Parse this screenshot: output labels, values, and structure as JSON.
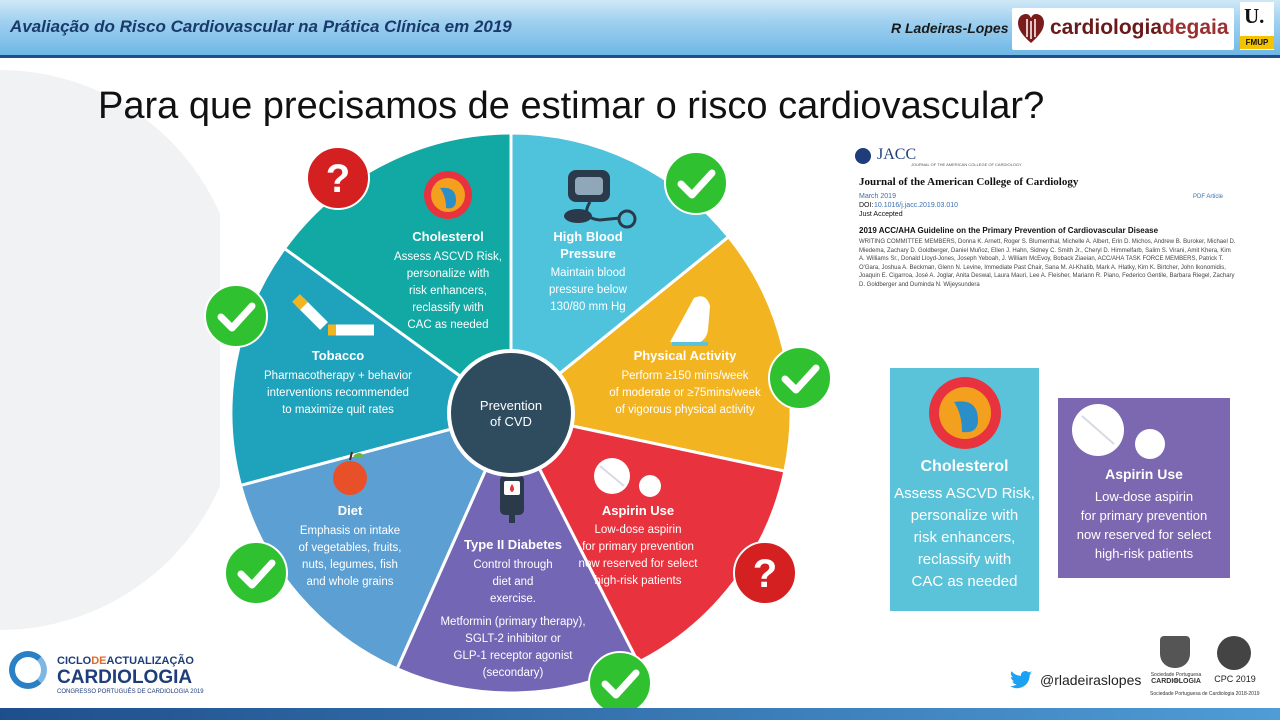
{
  "header": {
    "title": "Avaliação do Risco Cardiovascular na Prática Clínica em 2019",
    "author": "R Ladeiras-Lopes",
    "brand_part1": "cardiologia",
    "brand_part2": "degaia",
    "fmup_letter": "U.",
    "fmup_label": "FMUP"
  },
  "slide_title": "Para que precisamos de estimar o risco cardiovascular?",
  "wheel": {
    "center": [
      "Prevention",
      "of CVD"
    ],
    "segments": {
      "cholesterol": {
        "title": "Cholesterol",
        "lines": [
          "Assess ASCVD Risk,",
          "personalize with",
          "risk enhancers,",
          "reclassify with",
          "CAC as needed"
        ],
        "color": "#4fc3dc"
      },
      "blood_pressure": {
        "title": [
          "High Blood",
          "Pressure"
        ],
        "lines": [
          "Maintain blood",
          "pressure below",
          "130/80 mm Hg"
        ],
        "color": "#f3b421"
      },
      "physical_activity": {
        "title": "Physical Activity",
        "lines": [
          "Perform ≥150 mins/week",
          "of moderate or ≥75mins/week",
          "of vigorous physical activity"
        ],
        "color": "#e8323e"
      },
      "aspirin": {
        "title": "Aspirin Use",
        "lines": [
          "Low-dose aspirin",
          "for primary prevention",
          "now reserved for select",
          "high-risk patients"
        ],
        "color": "#7366b4"
      },
      "diabetes": {
        "title": "Type II Diabetes",
        "lines": [
          "Control through",
          "diet and",
          "exercise.",
          "Metformin (primary therapy),",
          "SGLT-2 inhibitor or",
          "GLP-1 receptor agonist",
          "(secondary)"
        ],
        "color": "#5b9fd3"
      },
      "diet": {
        "title": "Diet",
        "lines": [
          "Emphasis on intake",
          "of vegetables, fruits,",
          "nuts,  legumes, fish",
          "and whole grains"
        ],
        "color": "#1fa2bb"
      },
      "tobacco": {
        "title": "Tobacco",
        "lines": [
          "Pharmacotherapy + behavior",
          "interventions recommended",
          "to maximize quit rates"
        ],
        "color": "#12a8a3"
      }
    }
  },
  "badges": {
    "check_color": "#2fc12f",
    "question_color": "#d42020",
    "question_mark": "?"
  },
  "paper": {
    "journal_short": "JACC",
    "journal_sub": "JOURNAL OF THE AMERICAN COLLEGE OF CARDIOLOGY",
    "journal_name": "Journal of the American College of Cardiology",
    "date": "March 2019",
    "doi_label": "DOI:",
    "doi": "10.1016/j.jacc.2019.03.010",
    "status": "Just Accepted",
    "pdf_link": "PDF Article",
    "title": "2019 ACC/AHA Guideline on the Primary Prevention of Cardiovascular Disease",
    "authors": "WRITING COMMITTEE MEMBERS, Donna K. Arnett, Roger S. Blumenthal, Michelle A. Albert, Erin D. Michos, Andrew B. Buroker, Michael D. Miedema, Zachary D. Goldberger, Daniel Muñoz, Ellen J. Hahn, Sidney C. Smith Jr., Cheryl D. Himmelfarb, Salim S. Virani, Amit Khera, Kim A. Williams Sr., Donald Lloyd-Jones, Joseph Yeboah, J. William McEvoy, Boback Ziaeian, ACC/AHA TASK FORCE MEMBERS, Patrick T. O'Gara, Joshua A. Beckman, Glenn N. Levine, Immediate Past Chair, Sana M. Al-Khatib, Mark A. Hlatky, Kim K. Birtcher, John Ikonomidis, Joaquin E. Cigarroa, José A. Joglar, Anita Deswal, Laura Mauri, Lee A. Fleisher, Mariann R. Piano, Federico Gentile, Barbara Riegel, Zachary D. Goldberger and Duminda N. Wijeysundera"
  },
  "zoom": {
    "cholesterol": {
      "title": "Cholesterol",
      "lines": [
        "Assess ASCVD Risk,",
        "personalize with",
        "risk enhancers,",
        "reclassify with",
        "CAC as needed"
      ]
    },
    "aspirin": {
      "title": "Aspirin Use",
      "lines": [
        "Low-dose aspirin",
        "for primary prevention",
        "now reserved for select",
        "high-risk patients"
      ]
    }
  },
  "footer": {
    "ciclo_l1_a": "CICLO",
    "ciclo_l1_b": "DE",
    "ciclo_l1_c": "ACTUALIZAÇÃO",
    "ciclo_l2": "CARDIOLOGIA",
    "ciclo_l3": "CONGRESSO PORTUGUÊS DE CARDIOLOGIA 2019",
    "twitter_handle": "@rladeiraslopes",
    "spc_l1": "Sociedade Portuguesa de",
    "spc_l2": "CARDIOLOGIA",
    "cpc": "CPC 2019",
    "small": "Sociedade Portuguesa de Cardiologia 2018-2019"
  }
}
